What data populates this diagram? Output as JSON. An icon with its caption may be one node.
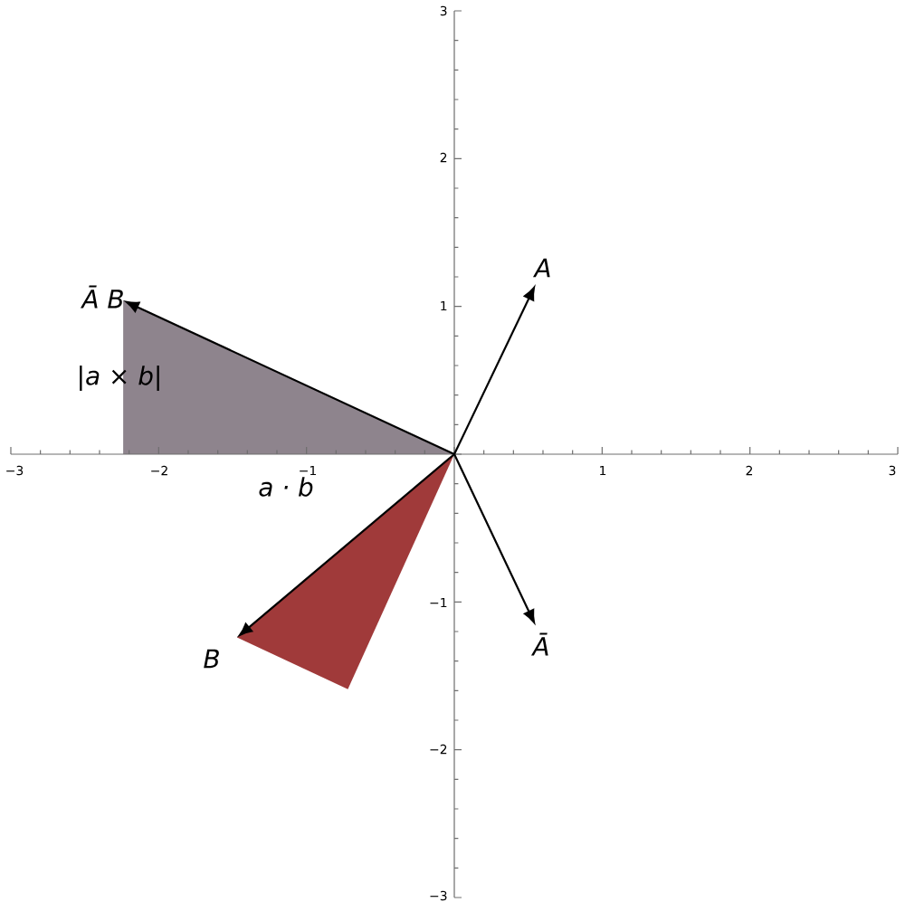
{
  "diagram": {
    "labels": [
      "3",
      "2",
      "A",
      "Ā B",
      "1",
      "|a × b|",
      "−3",
      "−2",
      "−1",
      "1",
      "2",
      "3",
      "a · b",
      "−1",
      "Ā",
      "B",
      "−2",
      "−3"
    ]
  }
}
